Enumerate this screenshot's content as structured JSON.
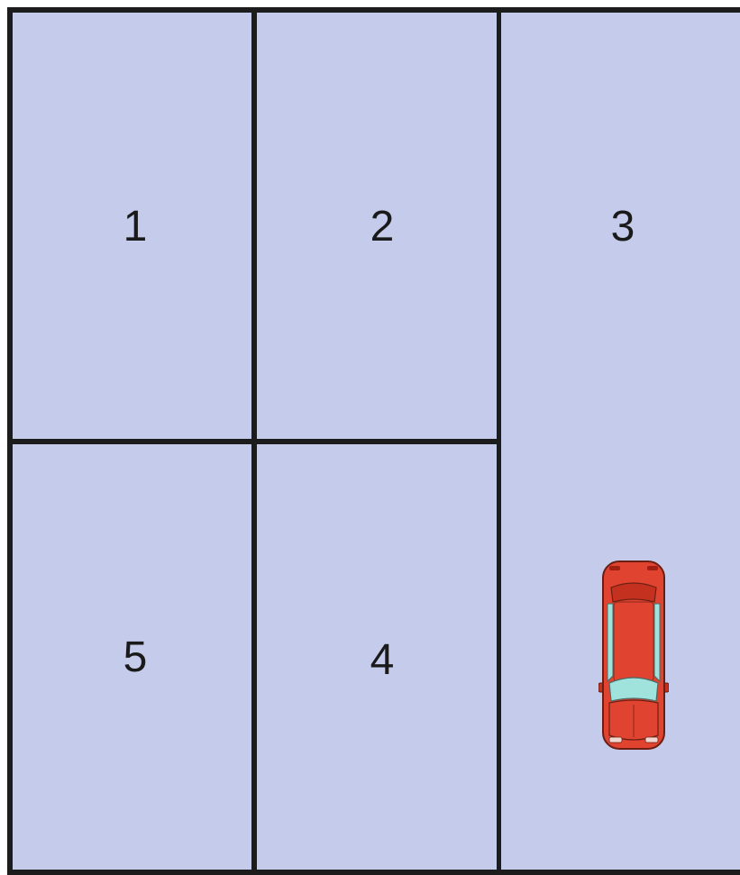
{
  "zones": [
    {
      "id": "1",
      "label": "1"
    },
    {
      "id": "2",
      "label": "2"
    },
    {
      "id": "3",
      "label": "3"
    },
    {
      "id": "4",
      "label": "4"
    },
    {
      "id": "5",
      "label": "5"
    }
  ],
  "colors": {
    "zone_fill": "#c5cbeb",
    "wall": "#1c1c1c",
    "car_body": "#e0432f",
    "car_glass": "#9fe3dc"
  },
  "car": {
    "icon": "car-top-view-icon",
    "zone": "3"
  }
}
